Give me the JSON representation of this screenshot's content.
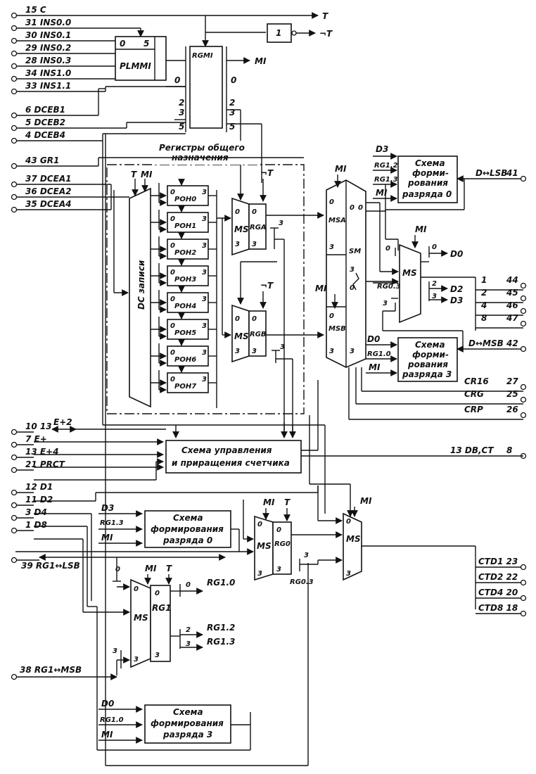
{
  "left_pins": [
    {
      "num": "15",
      "name": "C"
    },
    {
      "num": "31",
      "name": "INS0.0"
    },
    {
      "num": "30",
      "name": "INS0.1"
    },
    {
      "num": "29",
      "name": "INS0.2"
    },
    {
      "num": "28",
      "name": "INS0.3"
    },
    {
      "num": "34",
      "name": "INS1.0"
    },
    {
      "num": "33",
      "name": "INS1.1"
    },
    {
      "num": "6",
      "name": "DCEB1"
    },
    {
      "num": "5",
      "name": "DCEB2"
    },
    {
      "num": "4",
      "name": "DCEB4"
    },
    {
      "num": "43",
      "name": "GR1"
    },
    {
      "num": "37",
      "name": "DCEA1"
    },
    {
      "num": "36",
      "name": "DCEA2"
    },
    {
      "num": "35",
      "name": "DCEA4"
    },
    {
      "num": "10",
      "name": "13"
    },
    {
      "num": "7",
      "name": "E+"
    },
    {
      "num": "13",
      "name": "E+4"
    },
    {
      "num": "21",
      "name": "PRCT"
    },
    {
      "num": "12",
      "name": "D1"
    },
    {
      "num": "11",
      "name": "D2"
    },
    {
      "num": "3",
      "name": "D4"
    },
    {
      "num": "1",
      "name": "D8"
    }
  ],
  "extra_left": {
    "e2": "E+2",
    "rg1_lsb": "39 RG1↔LSB",
    "rg1_msb": "38 RG1↔MSB"
  },
  "top": {
    "t": "T",
    "not_t": "¬T",
    "inv": "1",
    "mi": "MI"
  },
  "plmmi": {
    "label": "PLMMI",
    "n0": "0",
    "n5": "5"
  },
  "rgmi": {
    "label": "RGMI",
    "p0": "0",
    "p2": "2",
    "p3": "3",
    "p5": "5"
  },
  "gpr": {
    "title_line1": "Регистры общего",
    "title_line2": "назначения",
    "dc": "DC записи",
    "t": "T",
    "mi": "MI"
  },
  "registers": [
    "POH0",
    "POH1",
    "POH2",
    "POH3",
    "POH4",
    "POH5",
    "POH6",
    "POH7"
  ],
  "reg_bits": {
    "lo": "0",
    "hi": "3"
  },
  "mux_a": {
    "ms": "MS",
    "rg": "RGA",
    "t": "¬T"
  },
  "mux_b": {
    "ms": "MS",
    "rg": "RGB",
    "t": "¬T"
  },
  "alu": {
    "msa": "MSA",
    "msb": "MSB",
    "sm": "SM",
    "mi1": "MI",
    "mi2": "MI"
  },
  "scheme_top": {
    "l1": "Схема",
    "l2": "форми-",
    "l3": "рования",
    "l4": "разряда 0",
    "in1": "D3",
    "in2": "RG1.2",
    "in3": "RG1.3",
    "in4": "MI"
  },
  "scheme_mid": {
    "l1": "Схема",
    "l2": "форми-",
    "l3": "рования",
    "l4": "разряда 3",
    "in1": "D0",
    "in2": "RG1.0",
    "in3": "MI"
  },
  "right_pins": [
    {
      "name": "D↔LSB",
      "num": "41"
    },
    {
      "name": "1",
      "num": "44"
    },
    {
      "name": "2",
      "num": "45"
    },
    {
      "name": "4",
      "num": "46"
    },
    {
      "name": "8",
      "num": "47"
    },
    {
      "name": "D↔MSB",
      "num": "42"
    },
    {
      "name": "CR16",
      "num": "27"
    },
    {
      "name": "CRG",
      "num": "25"
    },
    {
      "name": "CRP",
      "num": "26"
    },
    {
      "name": "13 DB,CT",
      "num": "8"
    }
  ],
  "ms_out": {
    "ms": "MS",
    "mi": "MI",
    "d0": "D0",
    "d2": "D2",
    "d3": "D3",
    "rg03": "RG0.3",
    "b0": "0",
    "b2": "2",
    "b3": "3"
  },
  "ctrl": {
    "l1": "Схема управления",
    "l2": "и приращения счетчика"
  },
  "scheme_bot0": {
    "l1": "Схема",
    "l2": "формирования",
    "l3": "разряда 0",
    "in1": "D3",
    "in2": "RG1.3",
    "in3": "MI"
  },
  "rg0": {
    "ms": "MS",
    "rg": "RG0",
    "mi": "MI",
    "t": "T",
    "out": "RG0.3",
    "b3": "3"
  },
  "ms_ct": {
    "ms": "MS",
    "mi": "MI"
  },
  "ct_pins": [
    {
      "name": "CTD1",
      "num": "23"
    },
    {
      "name": "CTD2",
      "num": "22"
    },
    {
      "name": "CTD4",
      "num": "20"
    },
    {
      "name": "CTD8",
      "num": "18"
    }
  ],
  "rg1": {
    "ms": "MS",
    "rg": "RG1",
    "mi": "MI",
    "t": "T",
    "o0": "RG1.0",
    "o2": "RG1.2",
    "o3": "RG1.3",
    "b0": "0",
    "b2": "2",
    "b3": "3"
  },
  "scheme_bot3": {
    "l1": "Схема",
    "l2": "формирования",
    "l3": "разряда 3",
    "in1": "D0",
    "in2": "RG1.0",
    "in3": "MI"
  }
}
